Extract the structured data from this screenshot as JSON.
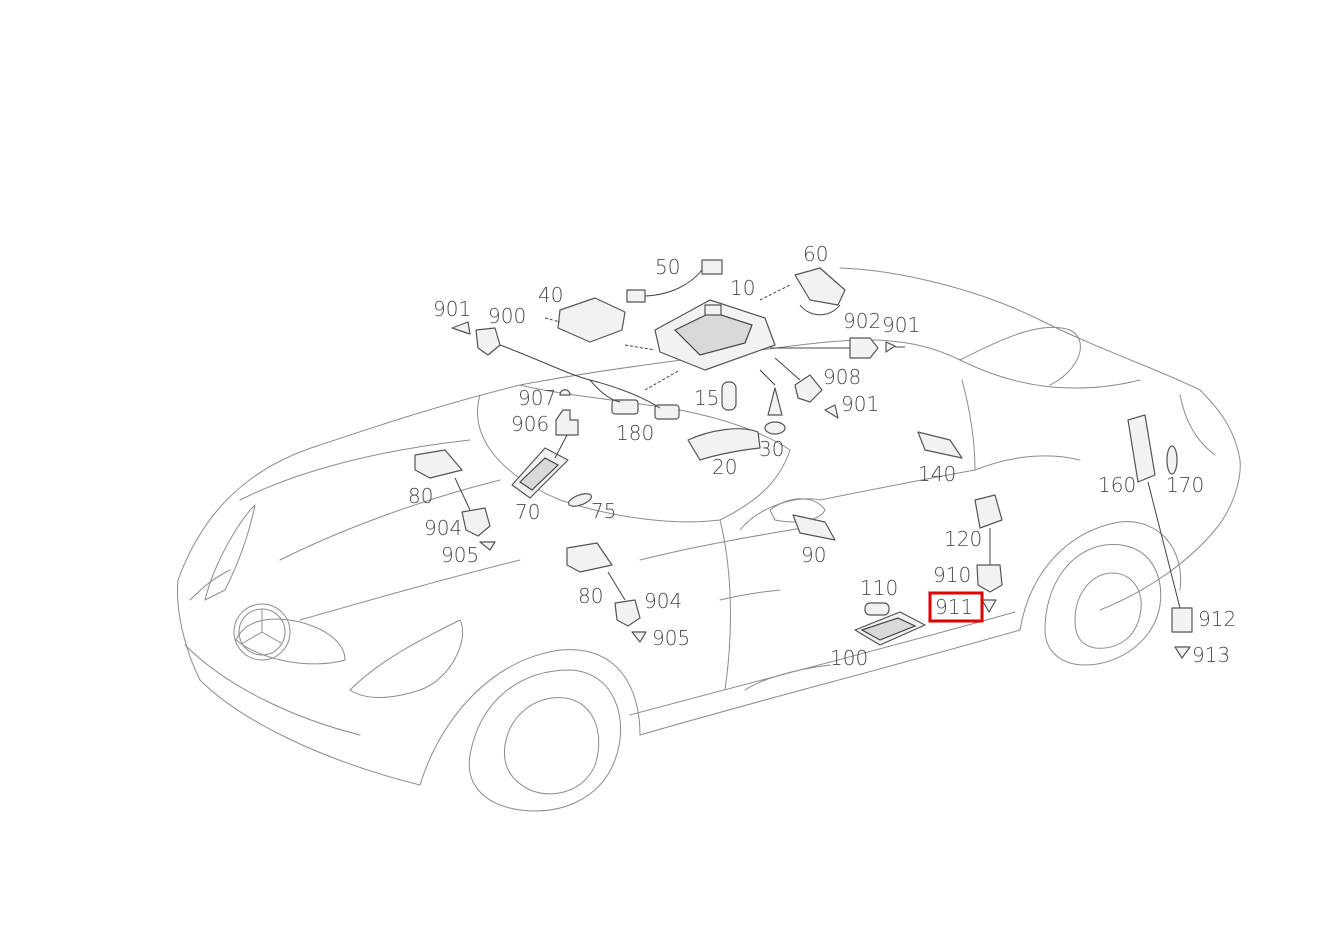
{
  "labels": {
    "p10": "10",
    "p15": "15",
    "p20": "20",
    "p30": "30",
    "p40": "40",
    "p50": "50",
    "p60": "60",
    "p70": "70",
    "p75": "75",
    "p80a": "80",
    "p80b": "80",
    "p90": "90",
    "p100": "100",
    "p110": "110",
    "p120": "120",
    "p140": "140",
    "p160": "160",
    "p170": "170",
    "p180": "180",
    "p900": "900",
    "p901a": "901",
    "p901b": "901",
    "p901c": "901",
    "p902": "902",
    "p904a": "904",
    "p904b": "904",
    "p905a": "905",
    "p905b": "905",
    "p906": "906",
    "p907": "907",
    "p908": "908",
    "p910": "910",
    "p911": "911",
    "p912": "912",
    "p913": "913"
  },
  "highlighted_label": "911",
  "colors": {
    "highlight": "#e00000",
    "linework": "#8c8c8c",
    "text": "#4a4a4a"
  }
}
